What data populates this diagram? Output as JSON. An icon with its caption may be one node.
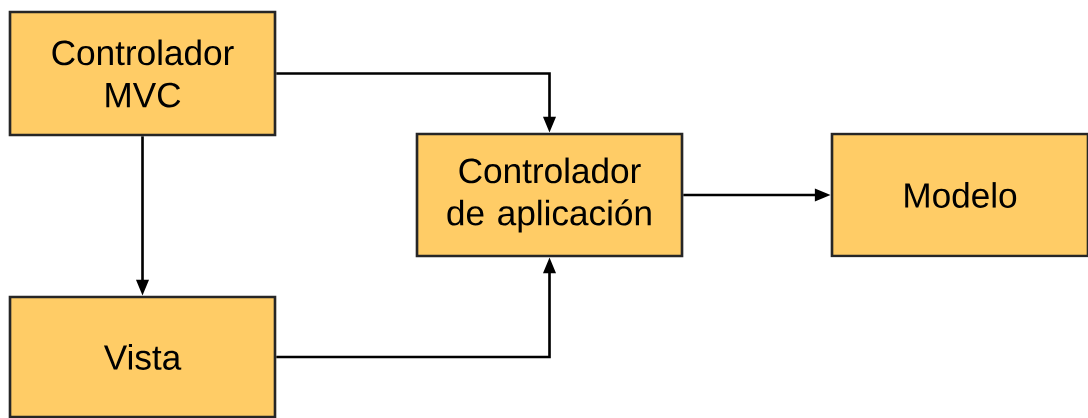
{
  "diagram": {
    "nodes": [
      {
        "text": [
          "Controlador MVC"
        ]
      },
      {
        "text": [
          "Vista"
        ]
      },
      {
        "text": [
          "Controlador de aplicación"
        ]
      },
      {
        "text": [
          "Modelo"
        ]
      }
    ],
    "edges": [
      {
        "from": 0,
        "to": 2,
        "arrow": "to"
      },
      {
        "from": 0,
        "to": 1,
        "arrow": "to"
      },
      {
        "from": 1,
        "to": 2,
        "arrow": "to"
      },
      {
        "from": 2,
        "to": 3,
        "arrow": "to"
      }
    ]
  }
}
